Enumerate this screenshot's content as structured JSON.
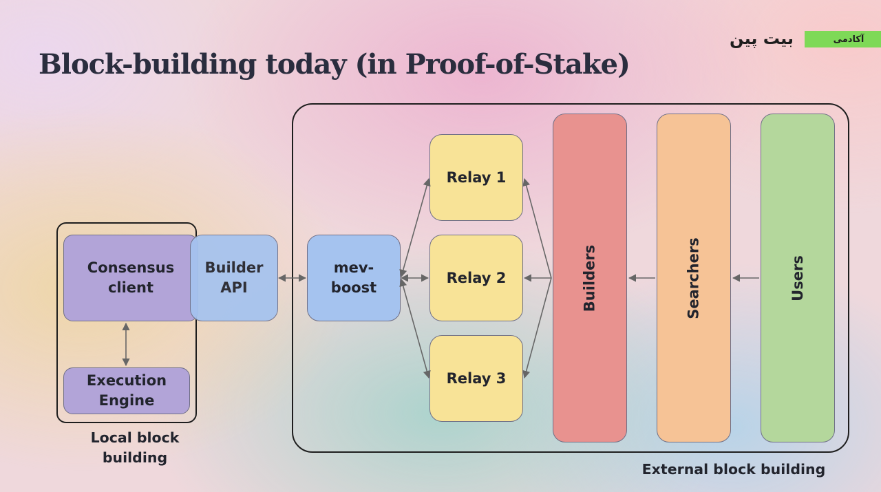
{
  "title": "Block-building today (in Proof-of-Stake)",
  "logo": {
    "word": "بیت پین",
    "tag": "آکادمی",
    "tag_color": "#7ed957"
  },
  "nodes": {
    "consensus": "Consensus\nclient",
    "execution": "Execution\nEngine",
    "builder_api": "Builder\nAPI",
    "mev_boost": "mev-\nboost",
    "relay1": "Relay 1",
    "relay2": "Relay 2",
    "relay3": "Relay 3",
    "builders": "Builders",
    "searchers": "Searchers",
    "users": "Users"
  },
  "captions": {
    "local": "Local block\nbuilding",
    "external": "External block building"
  },
  "colors": {
    "purple": "#b2a4d8",
    "blue": "#a5c3ef",
    "yellow": "#f8e397",
    "builders": "#e8928f",
    "searchers": "#f6c396",
    "users": "#b4d79c",
    "arrow": "#666666"
  },
  "edges": [
    {
      "from": "consensus",
      "to": "execution",
      "direction": "both"
    },
    {
      "from": "builder_api",
      "to": "mev_boost",
      "direction": "both"
    },
    {
      "from": "mev_boost",
      "to": "relay1",
      "direction": "both"
    },
    {
      "from": "mev_boost",
      "to": "relay2",
      "direction": "both"
    },
    {
      "from": "mev_boost",
      "to": "relay3",
      "direction": "both"
    },
    {
      "from": "builders",
      "to": "relay1",
      "direction": "forward"
    },
    {
      "from": "builders",
      "to": "relay2",
      "direction": "forward"
    },
    {
      "from": "builders",
      "to": "relay3",
      "direction": "forward"
    },
    {
      "from": "searchers",
      "to": "builders",
      "direction": "forward"
    },
    {
      "from": "users",
      "to": "searchers",
      "direction": "forward"
    }
  ]
}
